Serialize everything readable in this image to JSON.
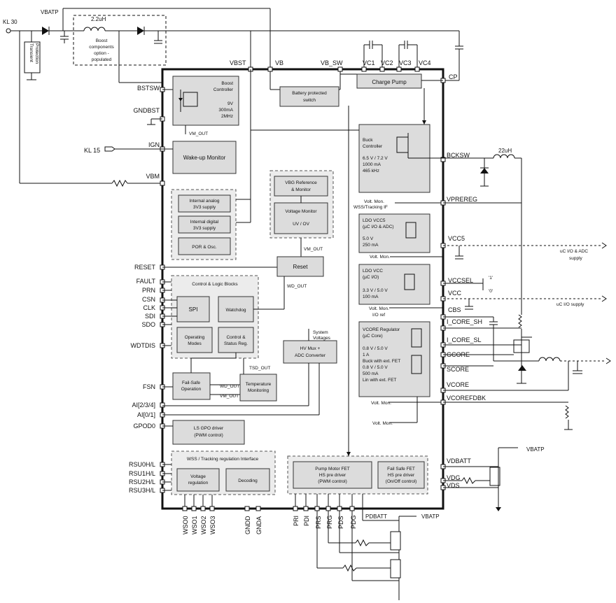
{
  "external": {
    "kl30": "KL 30",
    "vbatp_top": "VBATP",
    "inductor_top": "2.2uH",
    "boost_option": [
      "Boost",
      "components",
      "option -",
      "populated"
    ],
    "transient": [
      "Transient",
      "Protection"
    ],
    "kl15": "KL 15",
    "inductor_right": "22uH",
    "uc_io_adc": [
      "uC I/O & ADC",
      "supply"
    ],
    "uc_io": "uC I/O supply",
    "vccsel_1": "'1'",
    "vccsel_0": "'0'",
    "vbatp_right": "VBATP",
    "vbatp_bottom": "VBATP",
    "pdbatt": "PDBATT",
    "system_voltages": [
      "System",
      "Voltages"
    ]
  },
  "pins_top": [
    "VBST",
    "VB",
    "VB_SW",
    "VC1",
    "VC2",
    "VC3",
    "VC4",
    "CP"
  ],
  "pins_left": [
    "BSTSW",
    "GNDBST",
    "IGN",
    "VBM",
    "RESET",
    "FAULT",
    "PRN",
    "CSN",
    "CLK",
    "SDI",
    "SDO",
    "WDTDIS",
    "FSN",
    "AI[2/3/4]",
    "AI[0/1]",
    "GPOD0",
    "RSU0H/L",
    "RSU1H/L",
    "RSU2H/L",
    "RSU3H/L"
  ],
  "pins_right": [
    "BCKSW",
    "VPREREG",
    "VCC5",
    "VCCSEL",
    "VCC",
    "CBS",
    "I_CORE_SH",
    "I_CORE_SL",
    "GCORE",
    "SCORE",
    "VCORE",
    "VCOREFDBK",
    "VDBATT",
    "VDG",
    "VDS"
  ],
  "pins_bottom": [
    "WSO0",
    "WSO1",
    "WSO2",
    "WSO3",
    "GNDD",
    "GNDA",
    "PRI",
    "PDI",
    "PRS",
    "PRG",
    "PDS",
    "PDG"
  ],
  "blocks": {
    "boost": [
      "Boost",
      "Controller",
      "9V",
      "300mA",
      "2MHz"
    ],
    "vm_out_boost": "VM_OUT",
    "battery_switch": [
      "Battery protected",
      "switch"
    ],
    "charge_pump": "Charge Pump",
    "buck": [
      "Buck",
      "Controller",
      "6.5 V / 7.2 V",
      "1000 mA",
      "465 kHz"
    ],
    "buck_mon": [
      "Volt. Mon.",
      "WSS/Tracking IF"
    ],
    "wakeup": "Wake-up Monitor",
    "vbg_ref": [
      "VBG Reference",
      "& Monitor"
    ],
    "volt_monitor": [
      "Voltage Monitor",
      "UV / OV"
    ],
    "vm_out_reset": "VM_OUT",
    "int_analog": [
      "Internal analog",
      "3V3 supply"
    ],
    "int_digital": [
      "Internal digital",
      "3V3 supply"
    ],
    "por_osc": "POR & Osc.",
    "reset": "Reset",
    "wd_out": "WD_OUT",
    "control_logic": "Control & Logic Blocks",
    "spi": "SPI",
    "watchdog": "Watchdog",
    "operating_modes": [
      "Operating",
      "Modes"
    ],
    "control_status": [
      "Control &",
      "Status Reg."
    ],
    "tsd_out": "TSD_OUT",
    "failsafe": [
      "Fail-Safe",
      "Operation"
    ],
    "wd_out_fs": "WD_OUT",
    "vm_out_fs": "VM_OUT",
    "temp_monitor": [
      "Temperature",
      "Monitoring"
    ],
    "hv_mux": [
      "HV Mux +",
      "ADC Converter"
    ],
    "ldo_vcc5": [
      "LDO VCC5",
      "(µC I/O & ADC)",
      "5.0 V",
      "250 mA"
    ],
    "vcc5_mon": "Volt. Mon.",
    "ldo_vcc": [
      "LDO VCC",
      "(µC I/O)",
      "3.3 V / 5.0 V",
      "100 mA"
    ],
    "vcc_mon": [
      "Volt. Mon.",
      "I/O ref"
    ],
    "vcore": [
      "VCORE Regulator",
      "(µC Core)",
      "0.8 V / 5.0 V",
      "1 A",
      "Buck with ext. FET",
      "0.8 V / 5.0 V",
      "500 mA",
      "Lin with ext. FET"
    ],
    "vcore_mon": "Volt. Mon.",
    "vcore_mon2": "Volt. Mon.",
    "ls_gpo": [
      "LS GPO driver",
      "(PWM control)"
    ],
    "wss_group": "WSS / Tracking regulation Interface",
    "voltage_reg": [
      "Voltage",
      "regulation"
    ],
    "decoding": "Decoding",
    "pump_motor": [
      "Pump Motor FET",
      "HS pre driver",
      "(PWM control)"
    ],
    "fail_safe_fet": [
      "Fail Safe FET",
      "HS pre driver",
      "(On/Off control)"
    ]
  }
}
